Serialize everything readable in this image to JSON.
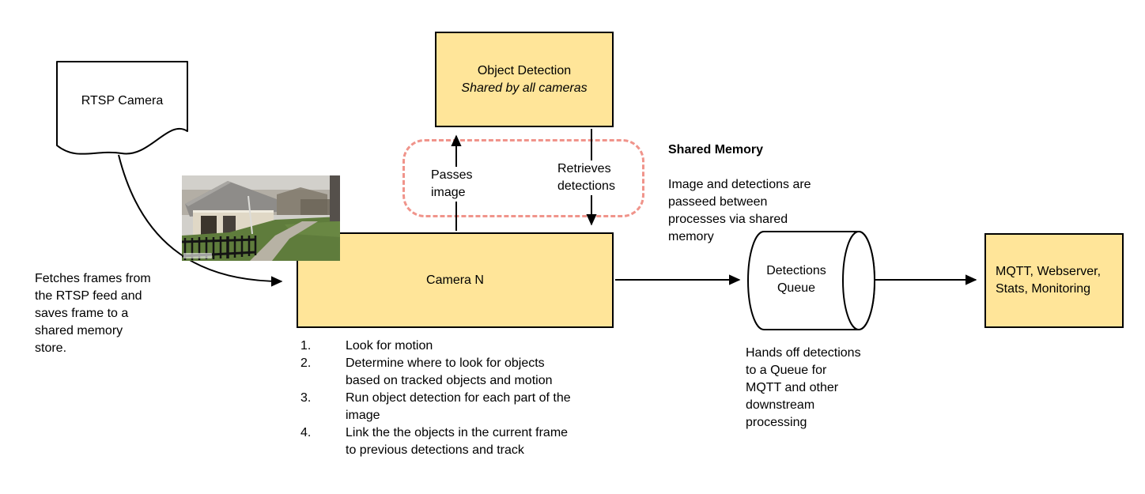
{
  "diagram": {
    "rtsp_camera": {
      "label": "RTSP Camera"
    },
    "fetch_note": "Fetches frames from\nthe RTSP feed and\nsaves frame to a\nshared memory\nstore.",
    "object_detection": {
      "title": "Object Detection",
      "subtitle": "Shared by all cameras"
    },
    "edge_labels": {
      "passes_image": "Passes\nimage",
      "retrieves_detections": "Retrieves\ndetections"
    },
    "shared_memory": {
      "title": "Shared Memory",
      "body": "Image and detections are\npasseed between\nprocesses via shared\nmemory"
    },
    "camera_n": {
      "label": "Camera N"
    },
    "steps": [
      {
        "num": "1.",
        "text": "Look for motion"
      },
      {
        "num": "2.",
        "text": "Determine where to look for objects\nbased on tracked objects and motion"
      },
      {
        "num": "3.",
        "text": "Run object detection for each part of the\nimage"
      },
      {
        "num": "4.",
        "text": "Link the the objects in the current frame\nto previous detections and track"
      }
    ],
    "detections_queue": {
      "label": "Detections\nQueue"
    },
    "queue_note": "Hands off detections\nto a Queue for\nMQTT and other\ndownstream\nprocessing",
    "output_box": {
      "label": "MQTT, Webserver,\nStats, Monitoring"
    },
    "colors": {
      "node_fill": "#ffe599",
      "node_border": "#000000",
      "shared_memory_dashed": "#f0948b"
    }
  }
}
